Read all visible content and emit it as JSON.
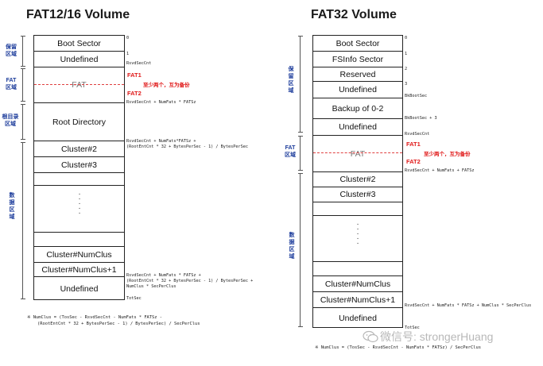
{
  "left": {
    "title": "FAT12/16 Volume",
    "cells": [
      "Boot Sector",
      "Undefined",
      "FAT",
      "Root Directory",
      "Cluster#2",
      "Cluster#3",
      "",
      "",
      "",
      "Cluster#NumClus",
      "Cluster#NumClus+1",
      "Undefined"
    ],
    "notes": {
      "n0": "0",
      "n1": "1",
      "rsvd": "RsvdSecCnt",
      "fat_end": "RsvdSecCnt + NumFats * FATSz",
      "root_end": "RsvdSecCnt + NumFats*FATSz +\n(RootEntCnt * 32 + BytesPerSec - 1) / BytesPerSec",
      "data_end": "RsvdSecCnt + NumFats * FATSz +\n(RootEntCnt * 32 + BytesPerSec - 1) / BytesPerSec +\nNumClus * SecPerClus",
      "totsec": "TotSec"
    },
    "fat1": "FAT1",
    "fat2": "FAT2",
    "fat_note": "至少两个，互为备份",
    "regions": {
      "reserved": "保留\n区域",
      "fat": "FAT\n区域",
      "root": "根目录\n区域",
      "data": "数\n据\n区\n域"
    },
    "footnote": "※ NumClus = (TosSec - RsvdSecCnt - NumFats * FATSz -\n    (RootEntCnt * 32 + BytesPerSec - 1) / BytesPerSec) / SecPerClus"
  },
  "right": {
    "title": "FAT32 Volume",
    "cells": [
      "Boot Sector",
      "FSInfo Sector",
      "Reserved",
      "Undefined",
      "Backup of 0-2",
      "Undefined",
      "FAT",
      "Cluster#2",
      "Cluster#3",
      "",
      "",
      "",
      "Cluster#NumClus",
      "Cluster#NumClus+1",
      "Undefined"
    ],
    "notes": {
      "n0": "0",
      "n1": "1",
      "n2": "2",
      "n3": "3",
      "bkboot": "BkBootSec",
      "bkboot3": "BkBootSec + 3",
      "rsvd": "RsvdSecCnt",
      "fat_end": "RsvdSecCnt + NumFats + FATSz",
      "data_end": "RsvdSecCnt + NumFats * FATSz + NumClus * SecPerClus",
      "totsec": "TotSec"
    },
    "fat1": "FAT1",
    "fat2": "FAT2",
    "fat_note": "至少两个，互为备份",
    "regions": {
      "reserved": "保\n留\n区\n域",
      "fat": "FAT\n区域",
      "data": "数\n据\n区\n域"
    },
    "footnote": "※ NumClus = (TosSec - RsvdSecCnt - NumFats * FATSz) / SecPerClus"
  },
  "watermark": "微信号: strongerHuang",
  "icons": {
    "watermark": "wechat-icon",
    "dots": "vertical-ellipsis"
  }
}
